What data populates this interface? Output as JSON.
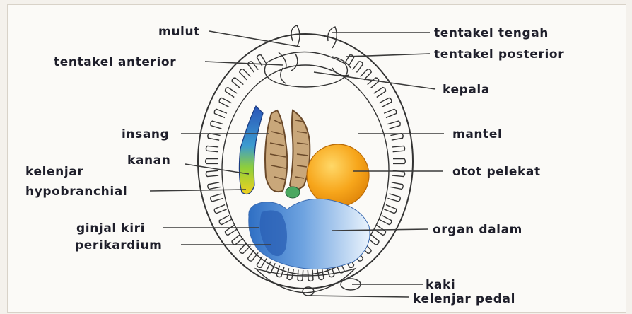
{
  "labels": {
    "mulut": "mulut",
    "tentakel_tengah": "tentakel tengah",
    "tentakel_anterior": "tentakel anterior",
    "tentakel_posterior": "tentakel posterior",
    "kepala": "kepala",
    "insang": "insang",
    "mantel": "mantel",
    "kanan": "kanan",
    "kelenjar": "kelenjar",
    "hypobranchial": "hypobranchial",
    "otot_pelekat": "otot pelekat",
    "ginjal_kiri": "ginjal kiri",
    "organ_dalam": "organ dalam",
    "perikardium": "perikardium",
    "kaki": "kaki",
    "kelenjar_pedal": "kelenjar pedal"
  },
  "colors": {
    "muscle_fill": "#f7a61b",
    "muscle_highlight": "#ffd060",
    "organ_dark": "#2f6fc4",
    "organ_light": "#cfe2f7",
    "gill_fill": "#c9a77a",
    "gill_dark": "#6b4a2a",
    "hypo_green": "#8fcf3a",
    "hypo_blue": "#2a55b8"
  }
}
